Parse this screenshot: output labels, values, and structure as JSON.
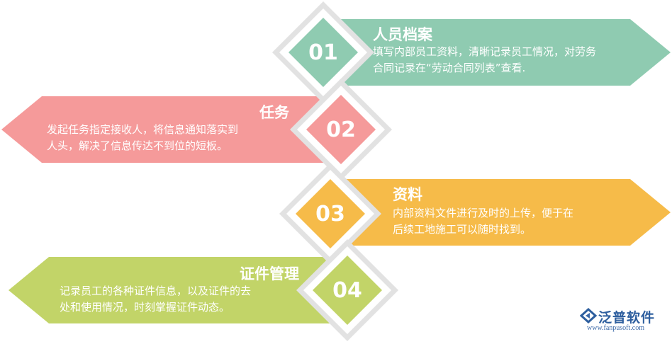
{
  "items": [
    {
      "number": "01",
      "title": "人员档案",
      "lines": [
        "填写内部员工资料，清晰记录员工情况，对劳务",
        "合同记录在“劳动合同列表”查看."
      ],
      "color": "#8fcbb1"
    },
    {
      "number": "02",
      "title": "任务",
      "lines": [
        "发起任务指定接收人，将信息通知落实到",
        "人头，解决了信息传达不到位的短板。"
      ],
      "color": "#f59a9a"
    },
    {
      "number": "03",
      "title": "资料",
      "lines": [
        "内部资料文件进行及时的上传，便于在",
        "后续工地施工可以随时找到。"
      ],
      "color": "#f6bb49"
    },
    {
      "number": "04",
      "title": "证件管理",
      "lines": [
        "记录员工的各种证件信息，以及证件的去",
        "处和使用情况，时刻掌握证件动态。"
      ],
      "color": "#c2d468"
    }
  ],
  "logo": {
    "name": "泛普软件",
    "url": "www.fanpusoft.com"
  },
  "colors": {
    "badge_border": "#e2e2e2",
    "logo": "#2d5e9e"
  }
}
